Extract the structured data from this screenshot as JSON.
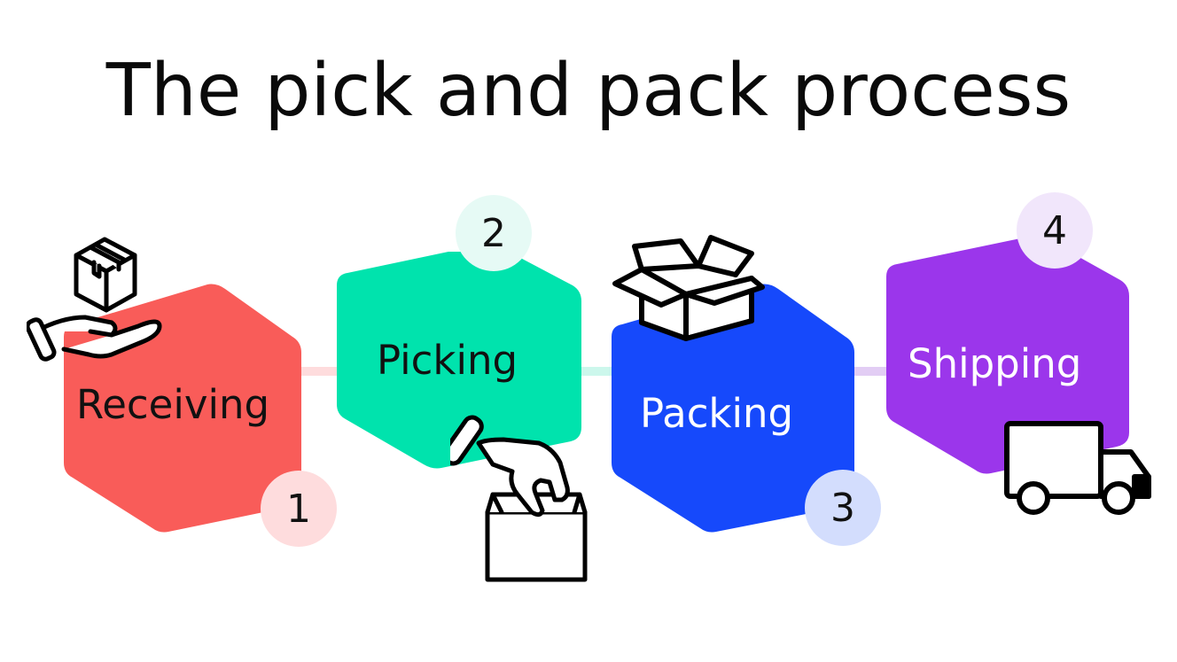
{
  "title": "The pick and pack process",
  "colors": {
    "receiving": "#f95c59",
    "picking": "#00e3ad",
    "packing": "#1649fb",
    "shipping": "#9b36eb",
    "connector_1": "#fedcdd",
    "connector_2": "#ccf7ec",
    "connector_3": "#e2cdf4"
  },
  "steps": [
    {
      "number": "1",
      "label": "Receiving",
      "icon": "hand-receiving-box-icon",
      "fill": "#f95c59",
      "badge_fill": "#fedcdd",
      "text_color": "#111111"
    },
    {
      "number": "2",
      "label": "Picking",
      "icon": "hand-picking-from-box-icon",
      "fill": "#00e3ad",
      "badge_fill": "#e6faf5",
      "text_color": "#111111"
    },
    {
      "number": "3",
      "label": "Packing",
      "icon": "open-box-icon",
      "fill": "#1649fb",
      "badge_fill": "#d3ddfd",
      "text_color": "#ffffff"
    },
    {
      "number": "4",
      "label": "Shipping",
      "icon": "delivery-truck-icon",
      "fill": "#9b36eb",
      "badge_fill": "#f1e6fb",
      "text_color": "#ffffff"
    }
  ]
}
